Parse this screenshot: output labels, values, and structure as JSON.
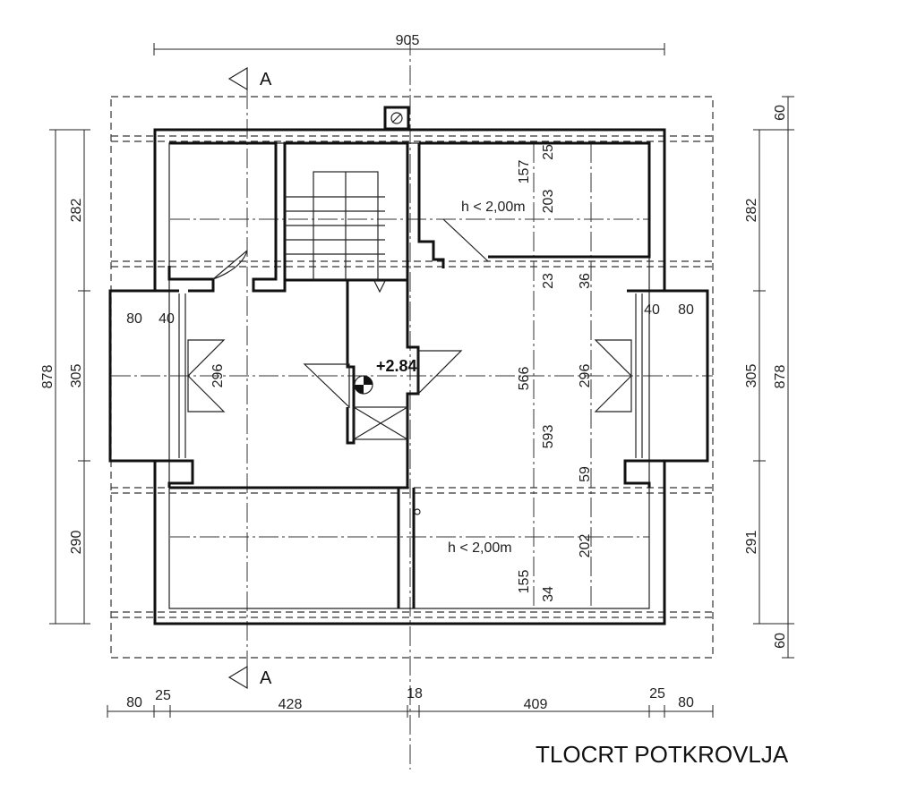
{
  "drawing": {
    "title": "TLOCRT POTKROVLJA",
    "section_mark": "A",
    "elevation": "+2.84",
    "height_note": "h < 2,00m",
    "dims_top": [
      "905"
    ],
    "dims_bottom": [
      "80",
      "25",
      "428",
      "18",
      "409",
      "25",
      "80"
    ],
    "dims_left_outer": [
      "878"
    ],
    "dims_left_inner": [
      "282",
      "305",
      "290"
    ],
    "dims_right_outer": [
      "878"
    ],
    "dims_right_inner": [
      "282",
      "305",
      "291"
    ],
    "dims_right_edge": [
      "60",
      "60"
    ],
    "dims_window": [
      "80",
      "40"
    ],
    "dims_interior_left": [
      "296"
    ],
    "dims_interior_right": [
      "296"
    ],
    "dims_vertical_mid": [
      "157",
      "203",
      "25",
      "23",
      "36",
      "566",
      "593",
      "59",
      "202",
      "155",
      "34"
    ]
  }
}
